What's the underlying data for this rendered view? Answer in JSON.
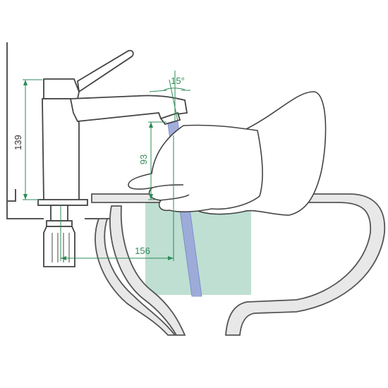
{
  "diagram": {
    "labels": {
      "height": "139",
      "spout_height": "93",
      "reach": "156",
      "angle": "15°"
    },
    "colors": {
      "outline": "#555555",
      "basin_fill": "#e5e5e5",
      "dimension": "#2e8b57",
      "dimension_text": "#333333",
      "water_zone": "#b7dccd",
      "stream": "#9aa6da",
      "stream_edge": "#6f7cc4"
    }
  }
}
